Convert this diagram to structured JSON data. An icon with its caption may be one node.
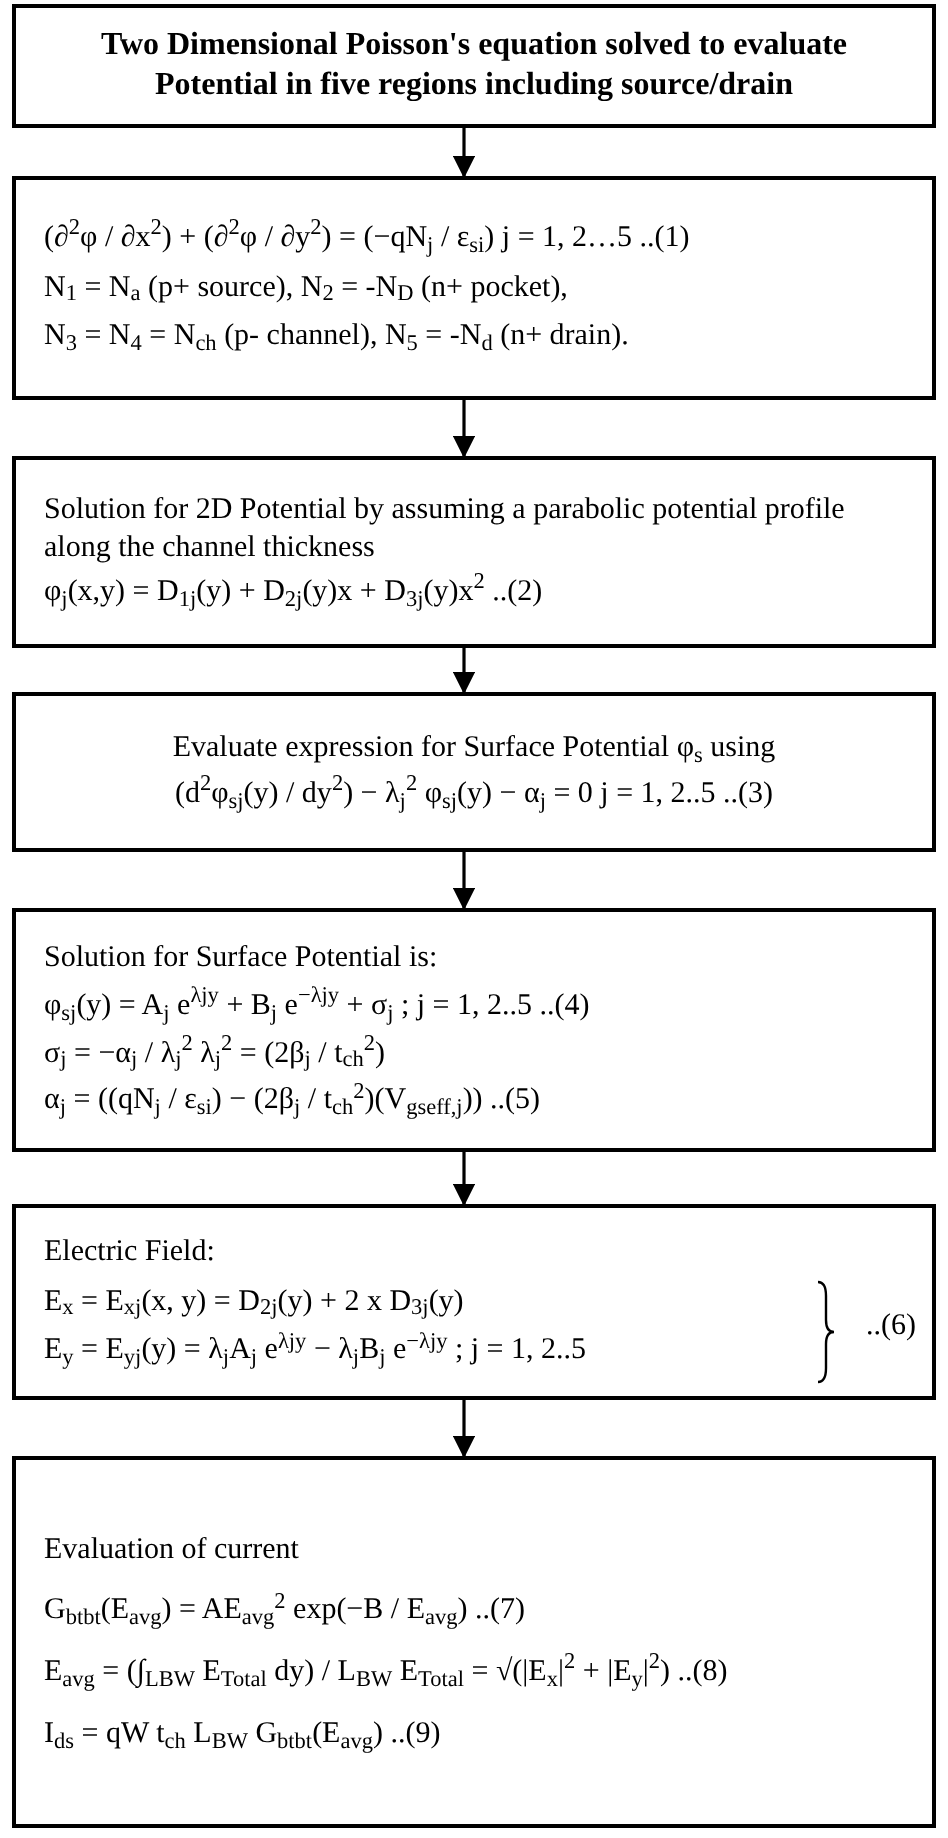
{
  "diagram": {
    "nodes": [
      {
        "text": [
          "Two Dimensional Poisson's equation solved to evaluate Potential in five regions including source/drain"
        ]
      },
      {
        "text": [
          "(∂$^{2}$φ / ∂x$^{2}$) + (∂$^{2}$φ / ∂y$^{2}$) = (−qN$_{j}$ / ε$_{si}$)   j = 1, 2…5 ..(1)",
          "N$_{1}$ = N$_{a}$ (p+ source), N$_{2}$ = -N$_{D}$ (n+ pocket),",
          "N$_{3}$ = N$_{4}$ = N$_{ch}$ (p- channel), N$_{5}$ = -N$_{d}$ (n+ drain)."
        ]
      },
      {
        "text": [
          "Solution for 2D Potential by assuming a parabolic potential profile along the channel thickness",
          "φ$_{j}$(x,y) = D$_{1j}$(y) + D$_{2j}$(y)x + D$_{3j}$(y)x$^{2}$ ..(2)"
        ]
      },
      {
        "text": [
          "Evaluate expression for Surface Potential φ$_{s}$ using",
          "(d$^{2}$φ$_{sj}$(y) / dy$^{2}$) − λ$_{j}$$^{2}$ φ$_{sj}$(y) − α$_{j}$ = 0   j = 1, 2..5 ..(3)"
        ]
      },
      {
        "text": [
          "Solution for Surface Potential is:",
          "φ$_{sj}$(y) = A$_{j}$ e$^{λjy}$ + B$_{j}$ e$^{−λjy}$ + σ$_{j}$ ; j = 1, 2..5 ..(4)",
          "σ$_{j}$ = −α$_{j}$ / λ$_{j}$$^{2}$ λ$_{j}$$^{2}$ = (2β$_{j}$ / t$_{ch}$$^{2}$)",
          "α$_{j}$ = ((qN$_{j}$ / ε$_{si}$) − (2β$_{j}$ / t$_{ch}$$^{2}$)(V$_{gseff,j}$)) ..(5)"
        ]
      },
      {
        "text": [
          "Electric Field:",
          "E$_{x}$ = E$_{xj}$(x, y) = D$_{2j}$(y) + 2 x D$_{3j}$(y)",
          "E$_{y}$ = E$_{yj}$(y) = λ$_{j}$A$_{j}$ e$^{λjy}$ − λ$_{j}$B$_{j}$ e$^{−λjy}$ ; j = 1, 2..5",
          "..(6)"
        ]
      },
      {
        "text": [
          "Evaluation of current",
          "G$_{btbt}$(E$_{avg}$) = AE$_{avg}$$^{2}$ exp(−B / E$_{avg}$) ..(7)",
          "E$_{avg}$ = (∫$_{LBW}$ E$_{Total}$ dy) / L$_{BW}$   E$_{Total}$ = √(|E$_{x}$|$^{2}$ + |E$_{y}$|$^{2}$) ..(8)",
          "I$_{ds}$ = qW t$_{ch}$ L$_{BW}$ G$_{btbt}$(E$_{avg}$) ..(9)"
        ]
      }
    ],
    "edges": [
      {
        "from": 0,
        "to": 1,
        "arrow": "to"
      },
      {
        "from": 1,
        "to": 2,
        "arrow": "to"
      },
      {
        "from": 2,
        "to": 3,
        "arrow": "to"
      },
      {
        "from": 3,
        "to": 4,
        "arrow": "to"
      },
      {
        "from": 4,
        "to": 5,
        "arrow": "to"
      },
      {
        "from": 5,
        "to": 6,
        "arrow": "to"
      }
    ]
  }
}
